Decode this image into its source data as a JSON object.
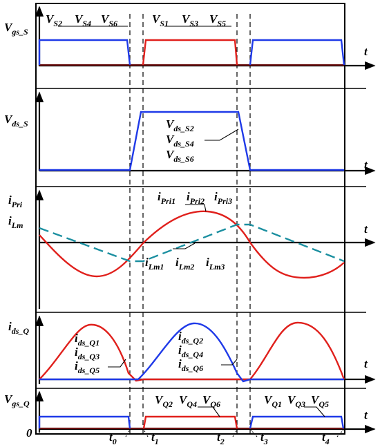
{
  "colors": {
    "red_trace": "#e0201c",
    "blue_trace": "#1f3ae8",
    "teal_trace": "#1b8fa0",
    "axis": "#000000"
  },
  "panels": {
    "gs_s": {
      "ylabel": "V",
      "ylabel_sub": "gs_S",
      "t_label": "t",
      "group_a": [
        {
          "main": "V",
          "sub": "S2"
        },
        {
          "main": "V",
          "sub": "S4"
        },
        {
          "main": "V",
          "sub": "S6"
        }
      ],
      "group_b": [
        {
          "main": "V",
          "sub": "S1"
        },
        {
          "main": "V",
          "sub": "S3"
        },
        {
          "main": "V",
          "sub": "S5"
        }
      ]
    },
    "ds_s": {
      "ylabel": "V",
      "ylabel_sub": "ds_S",
      "t_label": "t",
      "traces": [
        {
          "main": "V",
          "sub": "ds_S2"
        },
        {
          "main": "V",
          "sub": "ds_S4"
        },
        {
          "main": "V",
          "sub": "ds_S6"
        }
      ]
    },
    "pri": {
      "ylabel1": "i",
      "ylabel1_sub": "Pri",
      "ylabel2": "i",
      "ylabel2_sub": "Lm",
      "t_label": "t",
      "pri_labels": [
        {
          "main": "i",
          "sub": "Pri1"
        },
        {
          "main": "i",
          "sub": "Pri2"
        },
        {
          "main": "i",
          "sub": "Pri3"
        }
      ],
      "lm_labels": [
        {
          "main": "i",
          "sub": "Lm1"
        },
        {
          "main": "i",
          "sub": "Lm2"
        },
        {
          "main": "i",
          "sub": "Lm3"
        }
      ]
    },
    "ds_q": {
      "ylabel": "i",
      "ylabel_sub": "ds_Q",
      "t_label": "t",
      "group_a": [
        {
          "main": "i",
          "sub": "ds_Q1"
        },
        {
          "main": "i",
          "sub": "ds_Q3"
        },
        {
          "main": "i",
          "sub": "ds_Q5"
        }
      ],
      "group_b": [
        {
          "main": "i",
          "sub": "ds_Q2"
        },
        {
          "main": "i",
          "sub": "ds_Q4"
        },
        {
          "main": "i",
          "sub": "ds_Q6"
        }
      ]
    },
    "gs_q": {
      "ylabel": "V",
      "ylabel_sub": "gs_Q",
      "t_label": "t",
      "group_a": [
        {
          "main": "V",
          "sub": "Q2"
        },
        {
          "main": "V",
          "sub": "Q4"
        },
        {
          "main": "V",
          "sub": "Q6"
        }
      ],
      "group_b": [
        {
          "main": "V",
          "sub": "Q1"
        },
        {
          "main": "V",
          "sub": "Q3"
        },
        {
          "main": "V",
          "sub": "Q5"
        }
      ]
    }
  },
  "origin_label": "0",
  "time_marks": [
    {
      "main": "t",
      "sub": "0"
    },
    {
      "main": "t",
      "sub": "1"
    },
    {
      "main": "t",
      "sub": "2"
    },
    {
      "main": "t",
      "sub": "3"
    },
    {
      "main": "t",
      "sub": "4"
    }
  ]
}
